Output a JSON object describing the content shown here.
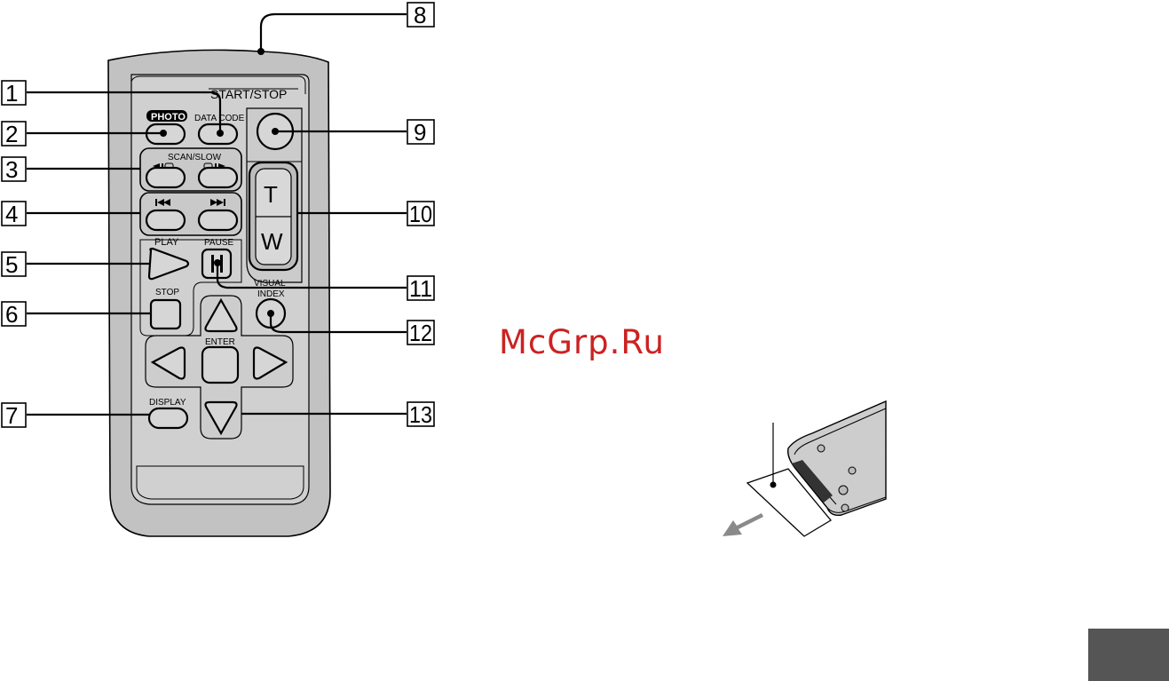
{
  "remote": {
    "labels": {
      "start_stop": "START/STOP",
      "photo": "PHOTO",
      "data_code": "DATA CODE",
      "scan_slow": "SCAN/SLOW",
      "play": "PLAY",
      "pause": "PAUSE",
      "stop": "STOP",
      "visual": "VISUAL",
      "index": "INDEX",
      "enter": "ENTER",
      "display": "DISPLAY",
      "zoom_t": "T",
      "zoom_w": "W"
    },
    "callouts": [
      "1",
      "2",
      "3",
      "4",
      "5",
      "6",
      "7",
      "8",
      "9",
      "10",
      "11",
      "12",
      "13"
    ]
  },
  "watermark": {
    "text": "McGrp.Ru",
    "color": "#cc2222"
  },
  "page_tab": {
    "color": "#555555"
  },
  "icons": {
    "prev": "previous-track-icon",
    "next": "next-track-icon",
    "slow_reverse": "slow-reverse-icon",
    "slow_forward": "slow-forward-icon",
    "pull_arrow": "pull-arrow-icon"
  }
}
